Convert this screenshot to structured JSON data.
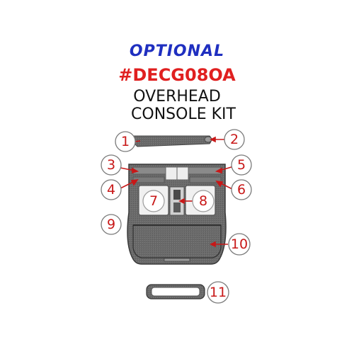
{
  "header": {
    "optional": "OPTIONAL",
    "code": "#DECG08OA",
    "line1": "OVERHEAD",
    "line2": "CONSOLE KIT"
  },
  "callouts": {
    "c1": "1",
    "c2": "2",
    "c3": "3",
    "c4": "4",
    "c5": "5",
    "c6": "6",
    "c7": "7",
    "c8": "8",
    "c9": "9",
    "c10": "10",
    "c11": "11"
  },
  "colors": {
    "title_blue": "#1f2fc0",
    "title_red": "#e02020",
    "callout_red": "#c81818",
    "part_fill": "#6e6e6e",
    "part_light": "#e8e8e8"
  }
}
